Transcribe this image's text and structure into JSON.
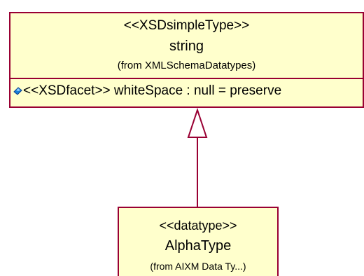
{
  "diagram": {
    "classes": [
      {
        "stereotype": "<<XSDsimpleType>>",
        "name": "string",
        "package": "(from XMLSchemaDatatypes)",
        "attributes": [
          {
            "icon": "diamond-attribute-icon",
            "text": "<<XSDfacet>> whiteSpace : null = preserve"
          }
        ]
      },
      {
        "stereotype": "<<datatype>>",
        "name": "AlphaType",
        "package": "(from AIXM Data Ty...)"
      }
    ],
    "relationships": [
      {
        "type": "generalization",
        "from": "AlphaType",
        "to": "string"
      }
    ],
    "colors": {
      "class_fill": "#ffffcc",
      "class_border": "#990033",
      "attribute_icon": "#1a7fd8"
    }
  }
}
